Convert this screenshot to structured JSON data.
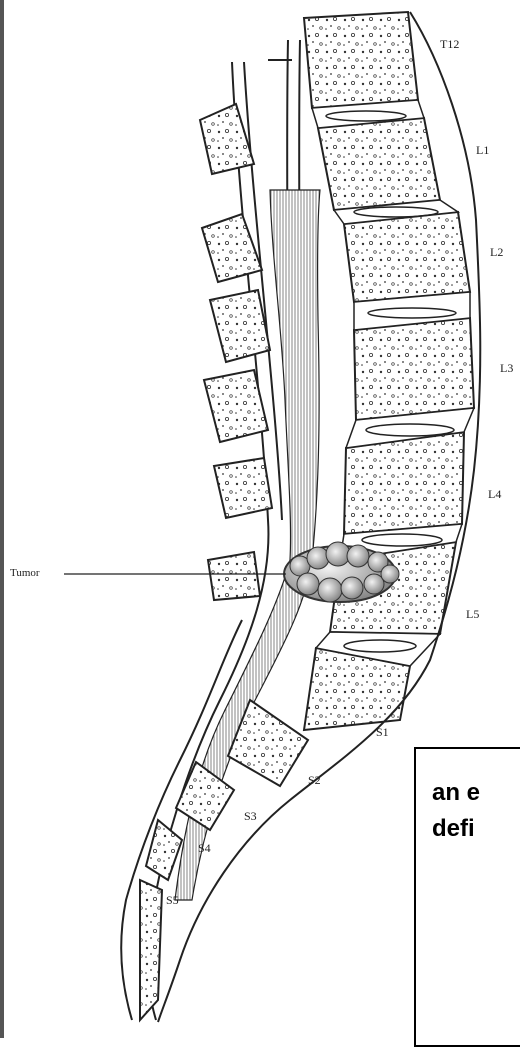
{
  "labels": {
    "t12": "T12",
    "l1": "L1",
    "l2": "L2",
    "l3": "L3",
    "l4": "L4",
    "l5": "L5",
    "s1": "S1",
    "s2": "S2",
    "s3": "S3",
    "s4": "S4",
    "s5": "S5",
    "tumor": "Tumor"
  },
  "caption": {
    "line1": "an e",
    "line2": "defi"
  }
}
